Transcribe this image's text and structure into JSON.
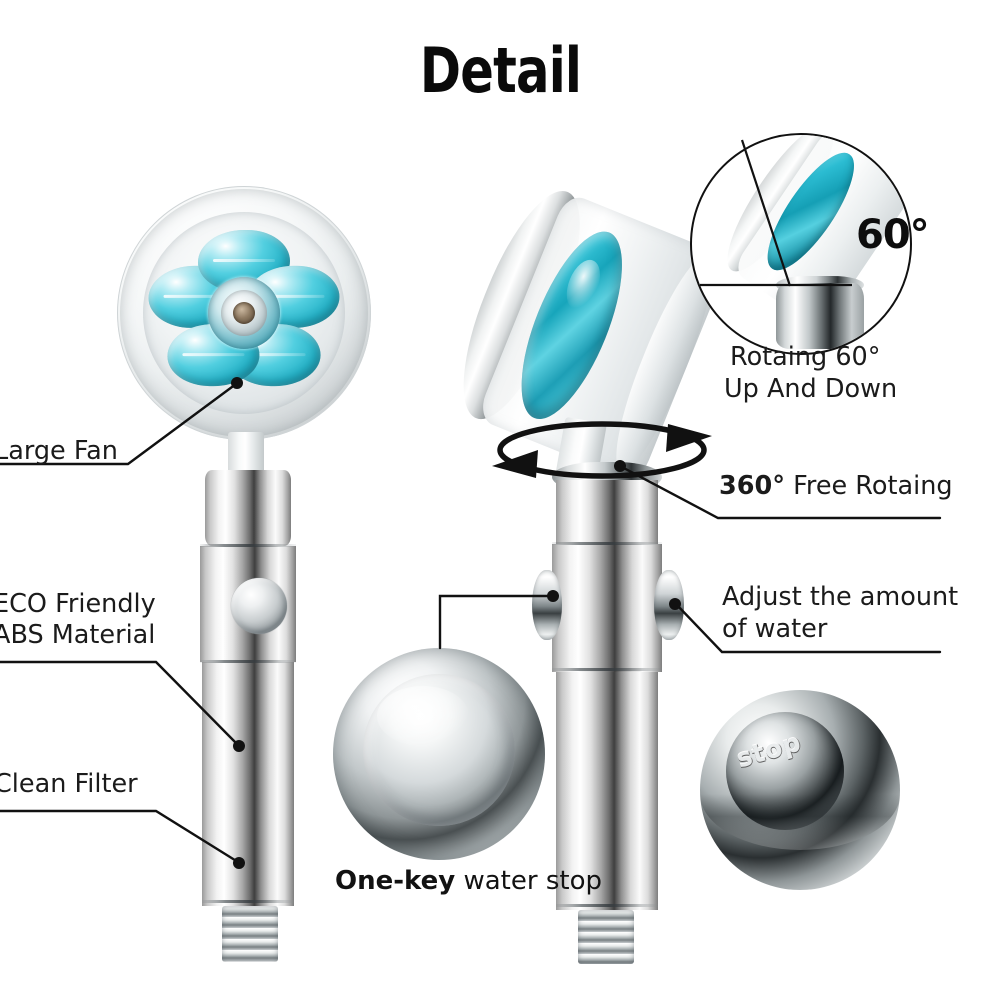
{
  "page": {
    "title": "Detail",
    "background_color": "#ffffff",
    "accent_color": "#2bbcd2",
    "text_color": "#1b1b1b"
  },
  "callouts": {
    "large_fan": {
      "text": "Large Fan"
    },
    "eco_material": {
      "line1": "ECO Friendly",
      "line2": "ABS Material"
    },
    "clean_filter": {
      "text": "Clean Filter"
    },
    "rotating_60": {
      "line1": "Rotaing 60°",
      "line2": "Up And Down"
    },
    "free_rotating": {
      "bold": "360°",
      "rest": "Free Rotaing"
    },
    "adjust_water": {
      "line1": "Adjust the amount",
      "line2": "of water"
    },
    "one_key": {
      "bold": "One-key",
      "rest": "water stop"
    },
    "angle_badge": {
      "text": "60°"
    },
    "stop_emboss": {
      "text": "stop"
    }
  },
  "product": {
    "fan_blade_count": 5,
    "fan_color": "#2bbcd2",
    "chrome_color": "#c8cdcf"
  }
}
